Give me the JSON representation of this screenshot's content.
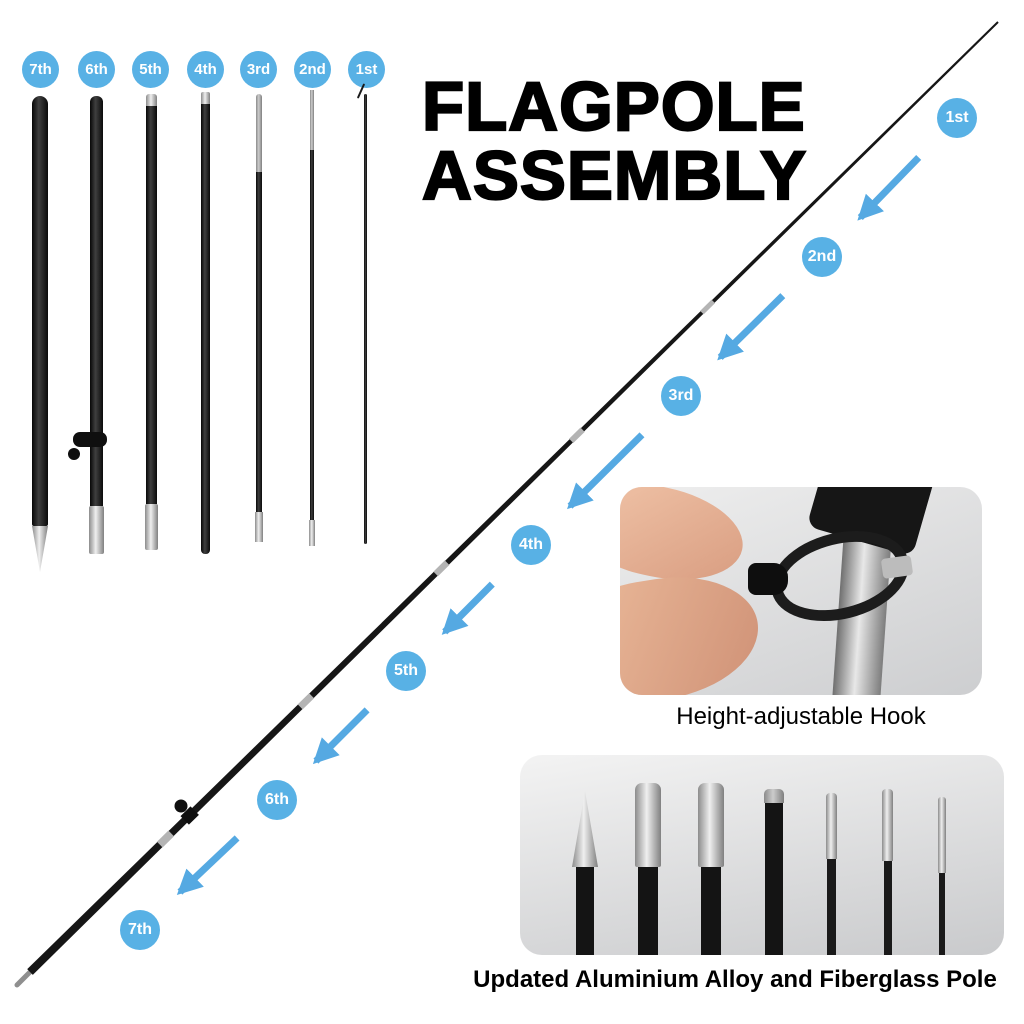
{
  "title": {
    "line1": "FLAGPOLE",
    "line2": "ASSEMBLY"
  },
  "colors": {
    "badge_blue": "#58b1e5",
    "arrow_blue": "#55a9e2",
    "pole_black": "#161616",
    "metal_silver": "#c0c0c0",
    "panel_gray": "#d7d8d9",
    "background": "#ffffff",
    "title_black": "#000000"
  },
  "disassembled_parts": {
    "segments": [
      {
        "label": "7th"
      },
      {
        "label": "6th"
      },
      {
        "label": "5th"
      },
      {
        "label": "4th"
      },
      {
        "label": "3rd"
      },
      {
        "label": "2nd"
      },
      {
        "label": "1st"
      }
    ]
  },
  "assembly_sequence": {
    "steps": [
      {
        "label": "1st"
      },
      {
        "label": "2nd"
      },
      {
        "label": "3rd"
      },
      {
        "label": "4th"
      },
      {
        "label": "5th"
      },
      {
        "label": "6th"
      },
      {
        "label": "7th"
      }
    ]
  },
  "insets": {
    "hook": {
      "caption": "Height-adjustable Hook"
    },
    "pole_tips": {
      "caption": "Updated Aluminium Alloy and Fiberglass Pole"
    }
  }
}
